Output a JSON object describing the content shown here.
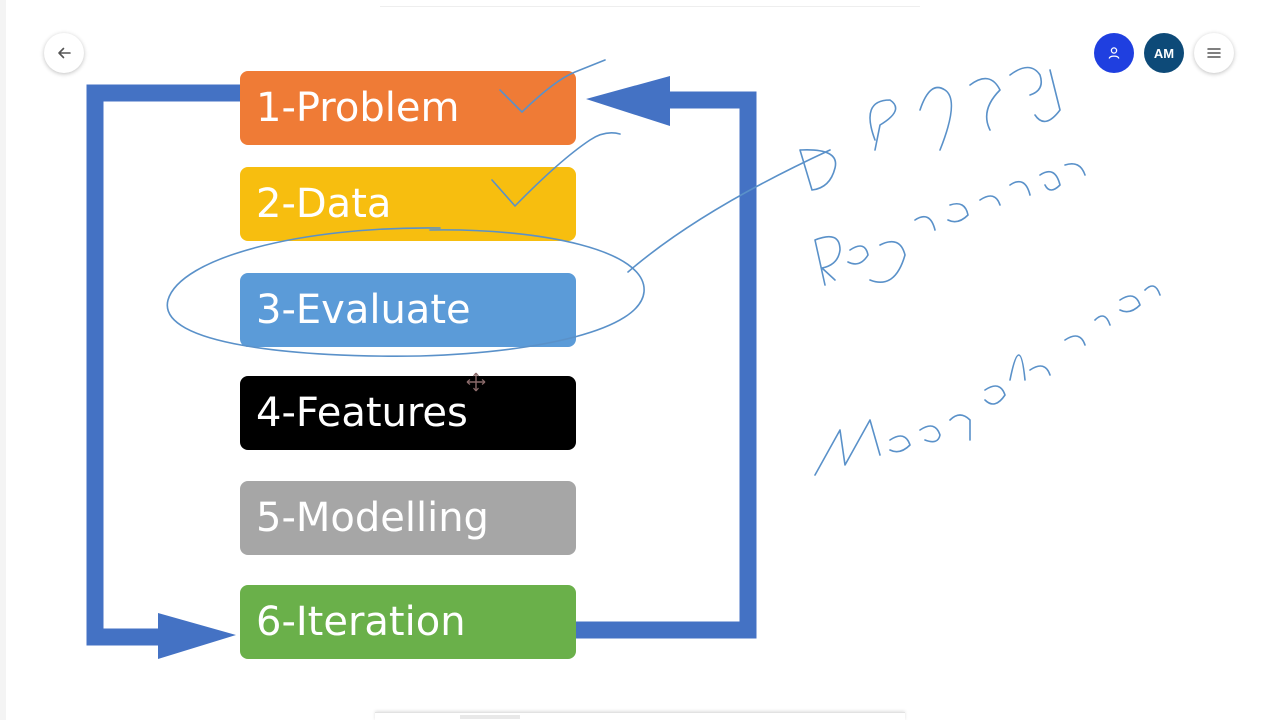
{
  "toolbar": {
    "avatar_initials": "AM"
  },
  "diagram": {
    "steps": [
      {
        "label": "1-Problem",
        "color": "#ef7b36"
      },
      {
        "label": "2-Data",
        "color": "#f7be0f"
      },
      {
        "label": "3-Evaluate",
        "color": "#5b9bd8"
      },
      {
        "label": "4-Features",
        "color": "#000000"
      },
      {
        "label": "5-Modelling",
        "color": "#a6a6a6"
      },
      {
        "label": "6-Iteration",
        "color": "#6ab04a"
      }
    ],
    "arrow_color": "#4472c4"
  },
  "annotation": {
    "ink_color": "#5a91c9"
  }
}
